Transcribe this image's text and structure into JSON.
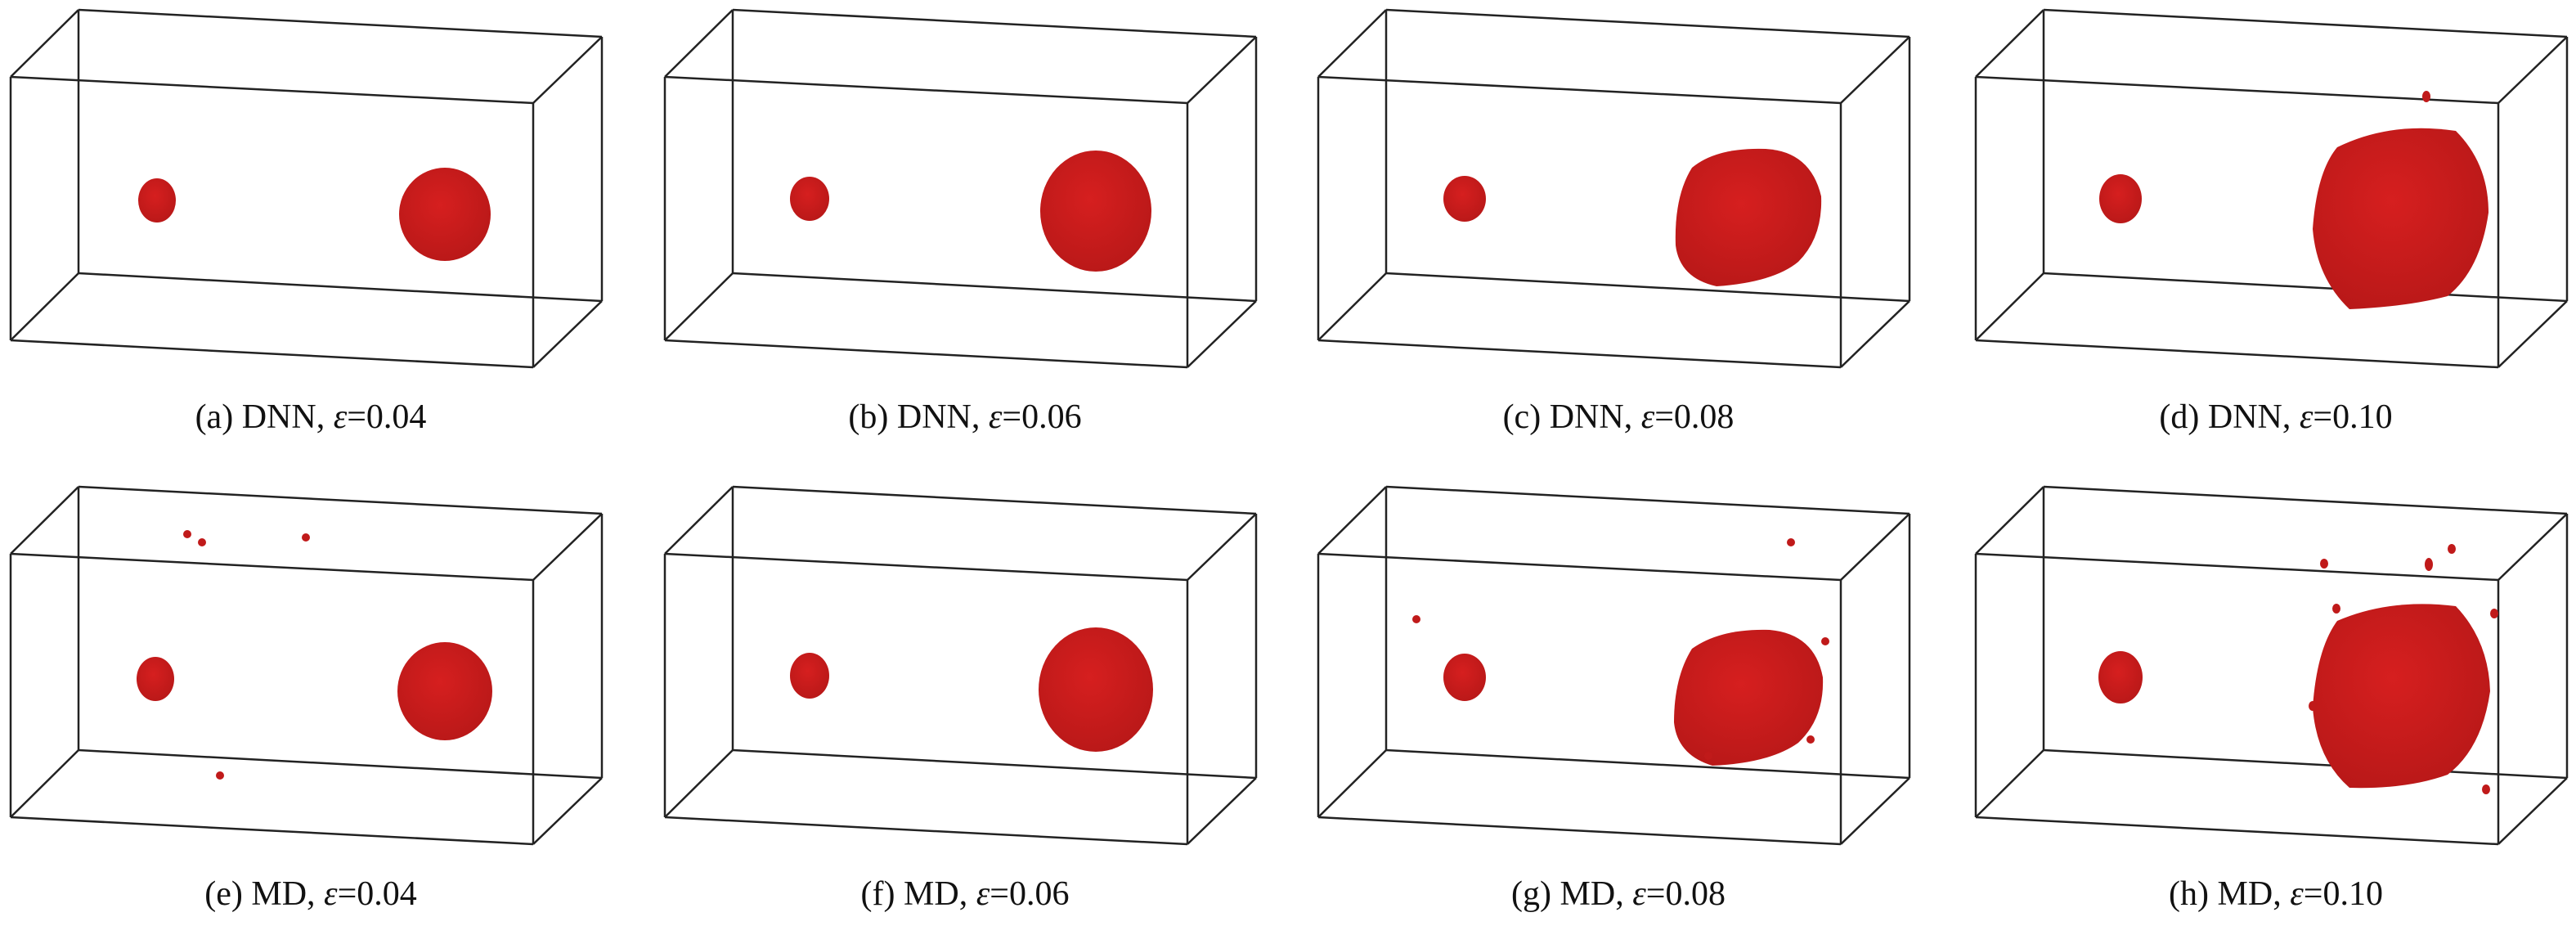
{
  "figure": {
    "colors": {
      "precipitate": "#d61f1f",
      "box_edge": "#222222"
    },
    "panels": [
      {
        "label": "(a)",
        "method": "DNN",
        "symbol": "ε",
        "value": "=0.04"
      },
      {
        "label": "(b)",
        "method": "DNN",
        "symbol": "ε",
        "value": "=0.06"
      },
      {
        "label": "(c)",
        "method": "DNN",
        "symbol": "ε",
        "value": "=0.08"
      },
      {
        "label": "(d)",
        "method": "DNN",
        "symbol": "ε",
        "value": "=0.10"
      },
      {
        "label": "(e)",
        "method": "MD",
        "symbol": "ε",
        "value": "=0.04"
      },
      {
        "label": "(f)",
        "method": "MD",
        "symbol": "ε",
        "value": "=0.06"
      },
      {
        "label": "(g)",
        "method": "MD",
        "symbol": "ε",
        "value": "=0.08"
      },
      {
        "label": "(h)",
        "method": "MD",
        "symbol": "ε",
        "value": "=0.10"
      }
    ]
  }
}
